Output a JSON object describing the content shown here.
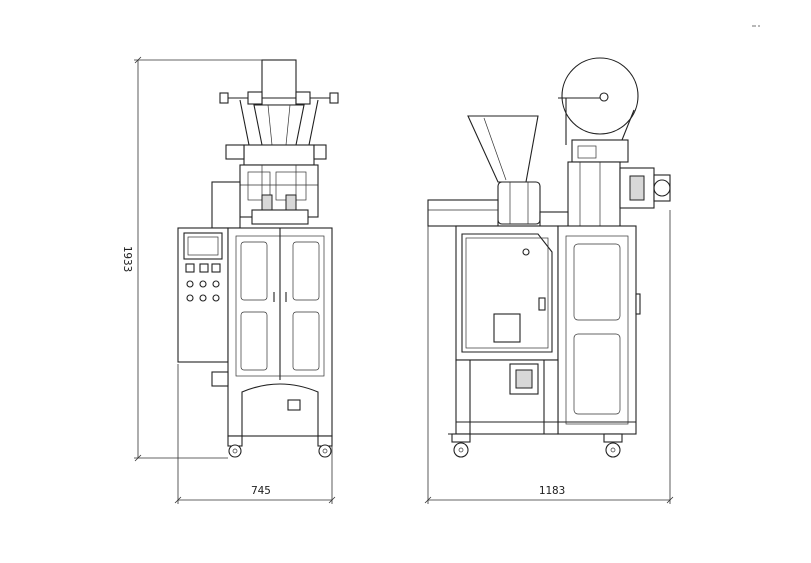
{
  "dimensions": {
    "height": "1933",
    "width_front": "745",
    "width_side": "1183"
  }
}
